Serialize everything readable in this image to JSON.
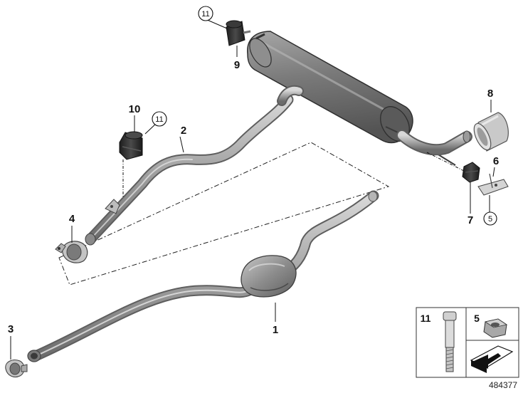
{
  "diagram": {
    "parts": [
      {
        "label": "1",
        "name": "front pipe with catalytic converter"
      },
      {
        "label": "2",
        "name": "intermediate pipe"
      },
      {
        "label": "3",
        "name": "clamp"
      },
      {
        "label": "4",
        "name": "clamp"
      },
      {
        "label": "5",
        "name": "hex nut"
      },
      {
        "label": "6",
        "name": "bracket"
      },
      {
        "label": "7",
        "name": "rubber mount"
      },
      {
        "label": "8",
        "name": "tailpipe trim"
      },
      {
        "label": "9",
        "name": "rubber mount"
      },
      {
        "label": "10",
        "name": "rubber mount"
      },
      {
        "label": "11",
        "name": "bolt"
      }
    ],
    "circled_refs": [
      "11",
      "11",
      "5"
    ],
    "legend": {
      "left_label": "11",
      "right_label": "5"
    },
    "reference_number": "484377"
  },
  "colors": {
    "pipe": "#9a9a9a",
    "rubber": "#2b2b2b",
    "metal_dark": "#6e6e6e",
    "line": "#111111"
  }
}
